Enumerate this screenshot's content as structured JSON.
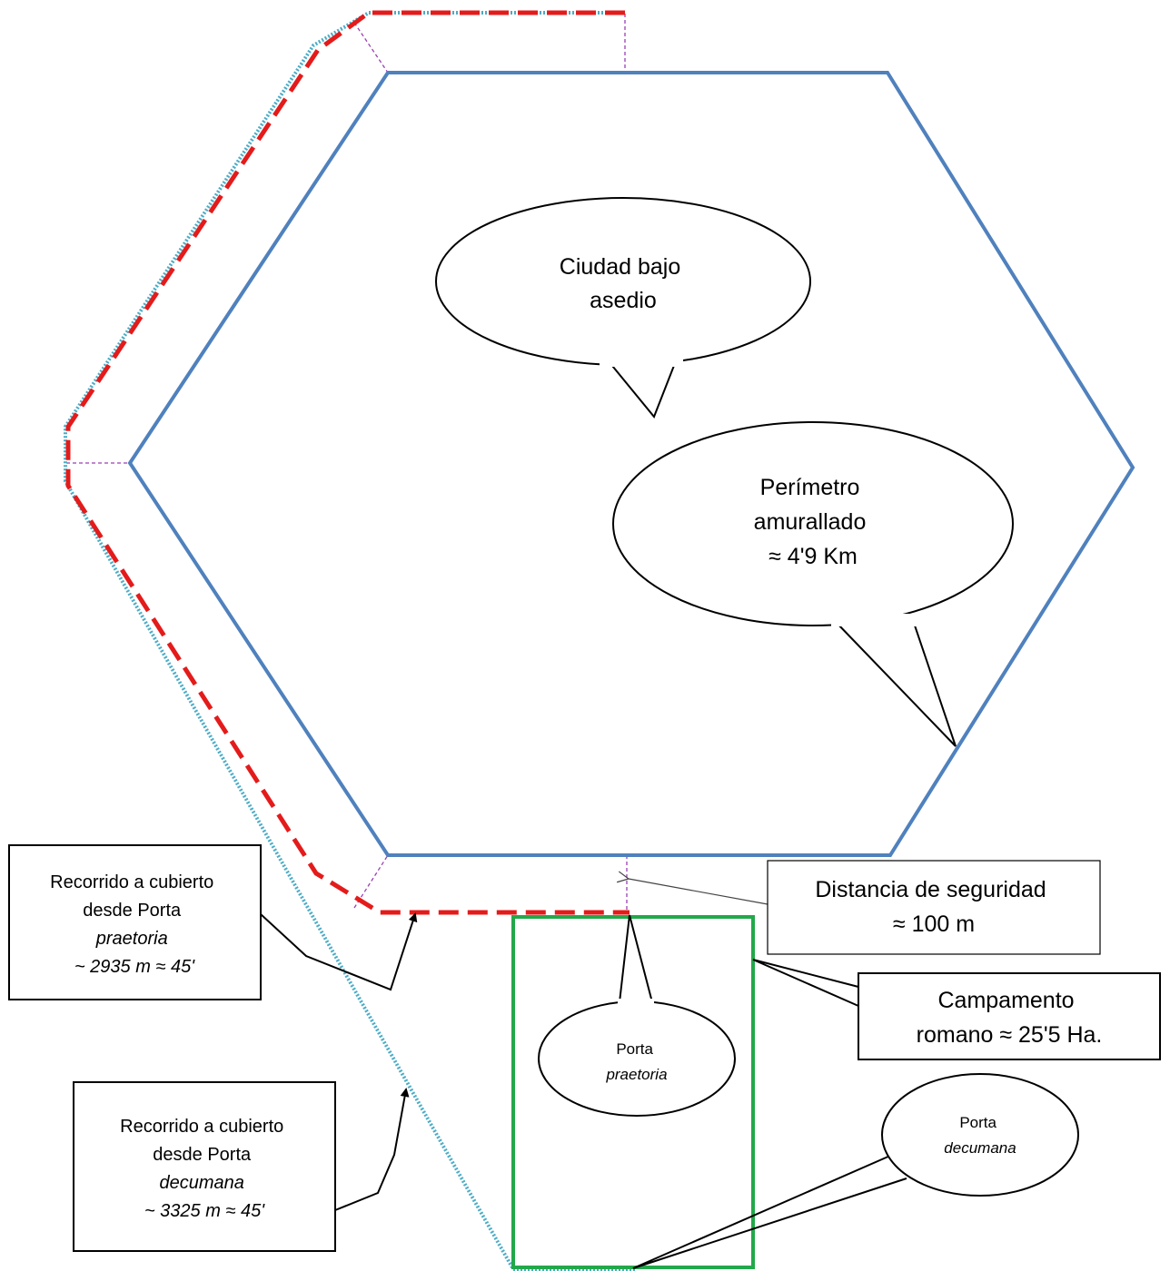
{
  "labels": {
    "city": [
      "Ciudad bajo",
      "asedio"
    ],
    "perimeter": [
      "Perímetro",
      "amurallado",
      "≈ 4'9 Km"
    ],
    "safety": [
      "Distancia de seguridad",
      "≈ 100 m"
    ],
    "camp": [
      "Campamento",
      "romano ≈ 25'5 Ha."
    ],
    "praetoria_gate": [
      "Porta",
      "praetoria"
    ],
    "decumana_gate": [
      "Porta",
      "decumana"
    ],
    "route_praetoria": [
      "Recorrido a cubierto",
      "desde Porta",
      "praetoria",
      "~ 2935 m ≈ 45'"
    ],
    "route_decumana": [
      "Recorrido a cubierto",
      "desde Porta",
      "decumana",
      "~ 3325 m ≈ 45'"
    ]
  },
  "colors": {
    "city_wall": "#4f81bd",
    "route_praetoria": "#e41b1b",
    "route_decumana": "#4bacc6",
    "camp": "#22a84a",
    "safety_offset": "#9b3fb5"
  }
}
